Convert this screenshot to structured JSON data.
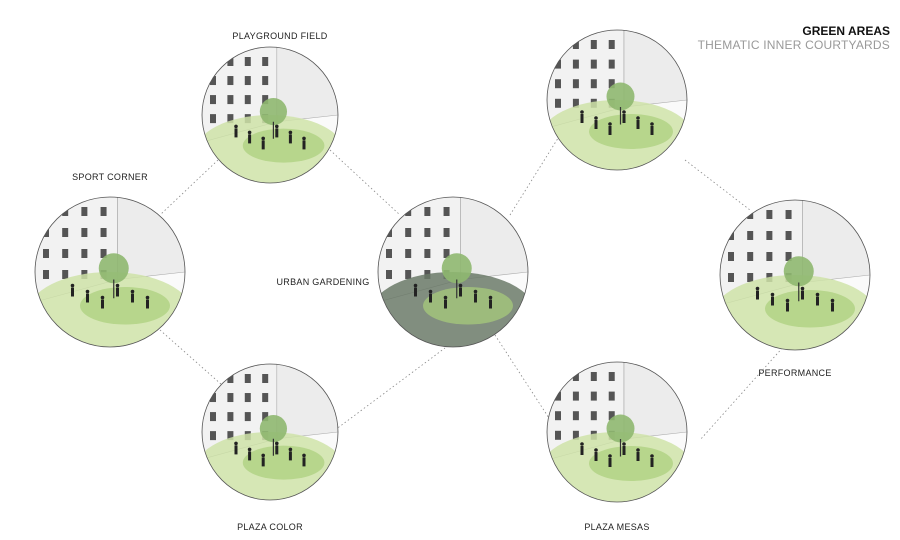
{
  "header": {
    "title": "GREEN AREAS",
    "subtitle": "THEMATIC INNER COURTYARDS"
  },
  "vignettes": [
    {
      "id": "playground",
      "label": "PLAYGROUND FIELD"
    },
    {
      "id": "sport",
      "label": "SPORT CORNER"
    },
    {
      "id": "urban",
      "label": "URBAN GARDENING"
    },
    {
      "id": "plazacolor",
      "label": "PLAZA COLOR"
    },
    {
      "id": "topright",
      "label": ""
    },
    {
      "id": "performance",
      "label": "PERFORMANCE"
    },
    {
      "id": "plazamesas",
      "label": "PLAZA MESAS"
    }
  ]
}
